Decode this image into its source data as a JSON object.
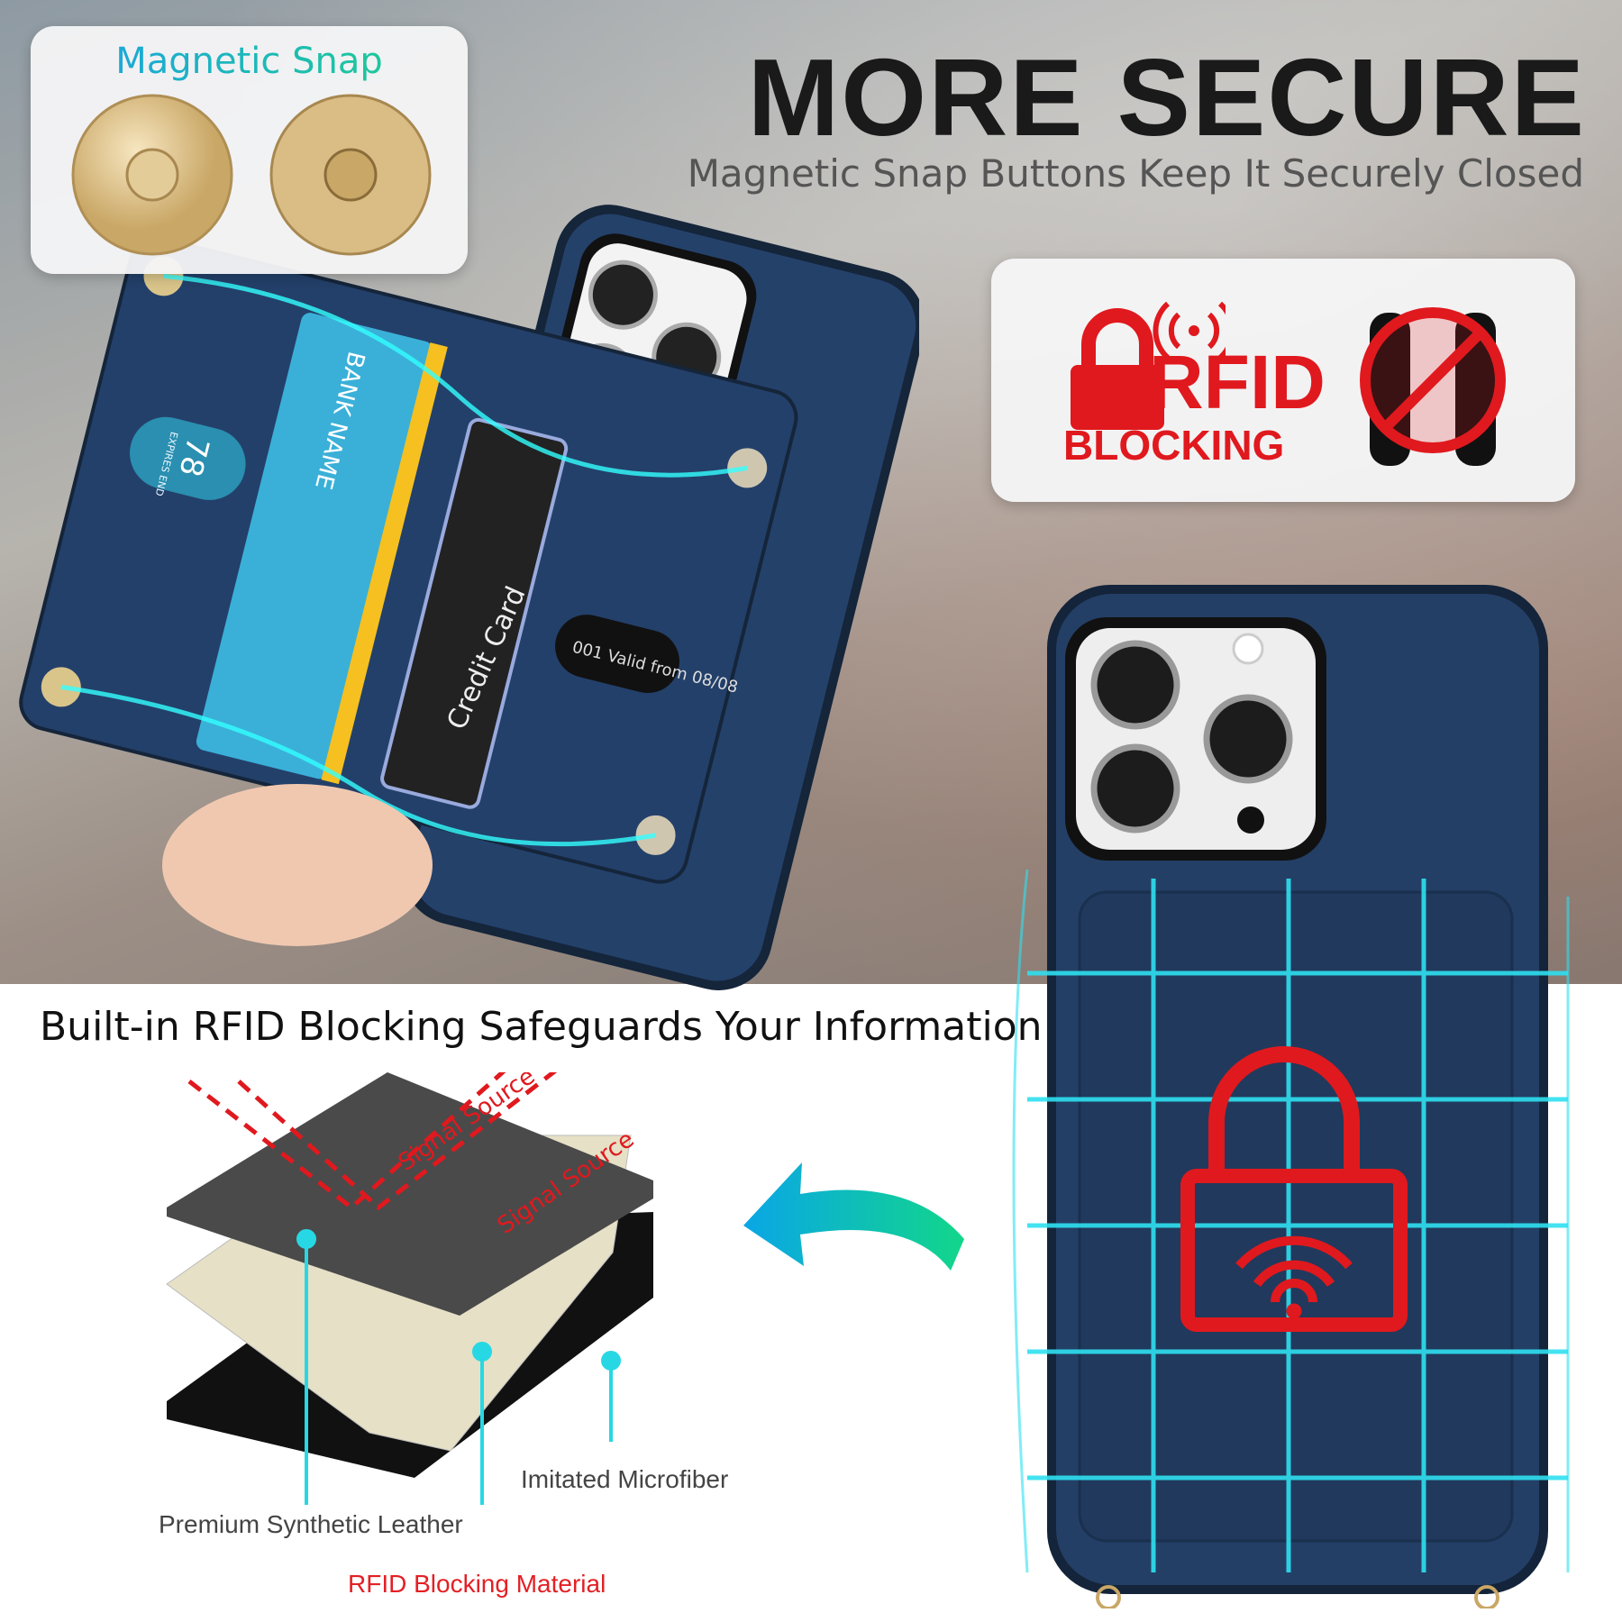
{
  "snap_card": {
    "title": "Magnetic Snap"
  },
  "header": {
    "headline": "MORE SECURE",
    "subline": "Magnetic Snap Buttons Keep It Securely Closed"
  },
  "rfid_badge": {
    "rfid": "RFID",
    "blocking": "BLOCKING",
    "color": "#e0191e"
  },
  "wallet_card": {
    "bank_name": "BANK NAME",
    "credit_card": "Credit Card",
    "card_number_fragment": "78",
    "expires": "EXPIRES END",
    "small_card": "001 Valid from 08/08"
  },
  "section": {
    "title": "Built-in RFID Blocking Safeguards Your Information"
  },
  "layers": {
    "signal_1": "Signal Source",
    "signal_2": "Signal Source",
    "microfiber": "Imitated Microfiber",
    "leather": "Premium Synthetic Leather",
    "rfid_material": "RFID Blocking Material"
  },
  "colors": {
    "case_blue": "#1f3a5c",
    "cyan": "#2fe0f0",
    "red": "#e0191e"
  }
}
